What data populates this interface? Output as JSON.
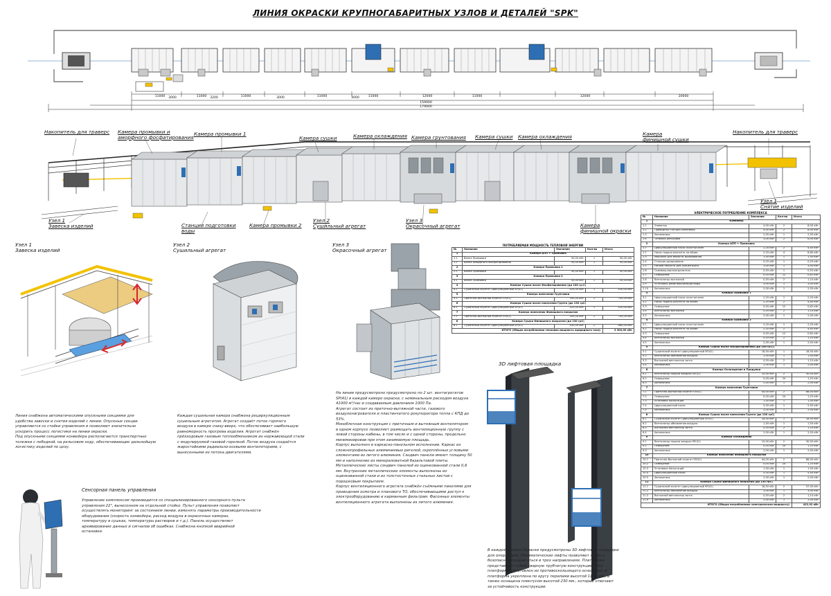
{
  "title": "ЛИНИЯ ОКРАСКИ КРУПНОГАБАРИТНЫХ УЗЛОВ И ДЕТАЛЕЙ \"SPK\"",
  "colors": {
    "booth": "#dfe3e6",
    "booth_dark": "#9aa3aa",
    "accent_blue": "#2e6fb3",
    "yellow": "#f2c200",
    "rail": "#222222"
  },
  "plan": {
    "dims_top": [
      "11000",
      "11000",
      "11000",
      "11000",
      "11000",
      "12000",
      "11000",
      "12000",
      "20000"
    ],
    "dims_mid": [
      "3000",
      "3200",
      "3000",
      "3000"
    ],
    "total_a": "159000",
    "total_b": "179000"
  },
  "iso_labels": {
    "nakopitel_left": "Накопитель для траверс",
    "kamera_promyvki_amorf": "Камера промывки и\nаморфного фосфатирования",
    "kamera_promyvki_1": "Камера промывки 1",
    "kamera_sushki_1": "Камера сушки",
    "kamera_ohlazhdeniya_1": "Камера охлаждения",
    "kamera_gruntovaniya": "Камера грунтования",
    "kamera_sushki_2": "Камера сушки",
    "kamera_ohlazhdeniya_2": "Камера охлаждения",
    "kamera_finishnoy_sushki": "Камера\nфинишной сушки",
    "nakopitel_right": "Накопитель для траверс",
    "uzel1_zaveska": "Узел 1\nЗавеска изделий",
    "stanciya": "Станция подготовки\nводы",
    "kamera_promyvki_2": "Камера промывки 2",
    "uzel2_sush": "Узел 2\nСушильный агрегат",
    "uzel3_okras": "Узел 3\nОкрасочный агрегат",
    "kamera_finishnoy_okraski": "Камера\nфинишной окраски",
    "uzel1_snyatie": "Узел 1\nСнятие изделий"
  },
  "details": {
    "uzel1": "Узел 1\nЗавеска изделий",
    "uzel2": "Узел 2\nСушильный агрегат",
    "uzel3": "Узел 3\nОкрасочный агрегат",
    "lift": "3D лифтовая площадка",
    "panel": "Сенсорная панель управления"
  },
  "texts": {
    "t1": "Линия снабжена автоматическими опускными секциями для\nудобства завески и снятия изделий с линии. Опускные секции\nуправляются со стойки управления и позволяют значительно\nускорить процесс логистики на линии окраски.\nПод опускными секциями конвейера располагаются транспортные\nтележки с лебедкой, на рельсовом ходу, обеспечивающие дальнейшую\nлогистику изделий по цеху.",
    "t2": "Каждая сушильная камера снабжена рециркуляционным\nсушильным агрегатом. Агрегат создаёт поток горячего\nвоздуха в камере снизу-вверх, что обеспечивает наибольшую\nравномерность прогрева изделия. Агрегат снабжён\nпрёхходовым газовым теплообменником из нержавеющей стали\nс модулируемой газовой горелкой. Поток воздуха создаётся\nжаростойкими радиально-осевыми вентиляторами, с\nвынесенными из потока двигателями.",
    "t3": "На линии предусмотрено предусмотрено по 2 шт. вентагрегатов\nSP(41) в каждой камере окраски, с номинальным расходом воздуха\n41000 м³/час и создаваемым давлением 1000 Па.\nАгрегат состоит из приточно-вытяжной части, газового\nвоздухонагревателя и пластинчатого рекуператора тепла с КПД до\n53%.\nМоноблочная конструкция с приточным и вытяжным вентилятором\nв одном корпусе позволяет размещать вентиляционную группу с\nлевой стороны кабины, в том числе и с одной стороны, предельно\nминимизировав при этом занимаемую площадь.\nКорпус выполнен в каркасно-панельном исполнении. Каркас из\nсложнопрофильных алюминиевых ригелей, скреплённых угловыми\nэлементами из литого алюминия. Сэндвич панели имеют толщину 50\nмм и наполнение из минераловатной базальтовой плиты.\nМеталлические листы сэндвич панелей из оцинкованной стали 0,6\nмм. Внутренние металлические элементы выполнены из\nоцинкованной стали и из толстостенных стальных листов с\nпорошковым покрытием.\nКорпус вентиляционного агрегата снабжён съёмными панелями для\nпроведения осмотра и планового ТО, обеспечивающими доступ к\nэлектрооборудованию и карманным фильтрам. Фасонные элементы\nвентиляционного агрегата выполнены из литого алюминия.",
    "t4": "В каждой камере Окраски предусмотрены 3D лифтовые площадки\nдля операторов. Пневматические лифты позволяют легко и\nбезопасно передвигаться в трех направлениях. Платформа\nпредставляет собой сварную трубчатую конструкцию. Пол\nплатформы изготовлен из противоскользящего основания, и\nплатформа укреплена по кругу перилами высотой 1100 мм., а\nтакже оснащена плинтусом высотой 230 мм., которые отвечают\nза устойчивость конструкции.",
    "t5": "Управление комплексом производится со специализированного сенсорного пульта\nуправления 22\", вынесенном на отдельной стойке. Пульт управления позволяет\nосуществлять мониторинг за состоянием линии, изменять параметры производительности\nоборудования (скорость конвейера, расход воздуха в окрасочных камерах,\nтемпературу в сушках, температуры растворов и т.д.). Панель осуществляет\nархивирование данных и сигналов об ошибках. Снабжена кнопкой аварийной\nостановки."
  },
  "thermal_table": {
    "caption": "ПОТРЕБЛЯЕМАЯ МОЩНОСТЬ ТЕПЛОВОЙ ЭНЕРГИИ",
    "headers": [
      "№",
      "Название",
      "Значение",
      "Кол-во",
      "Итого"
    ],
    "rows": [
      {
        "g": "1",
        "name": "Камера АПП + Промывка"
      },
      {
        "n": "1.1",
        "name": "Ванна Промывки",
        "val": "50,00 кВт",
        "q": "1",
        "tot": "50,00 кВт"
      },
      {
        "n": "1.2",
        "name": "Ванна Аморфного Фосфатирования",
        "val": "50,00 кВт",
        "q": "1",
        "tot": "50,00 кВт"
      },
      {
        "g": "2",
        "name": "Камера Промывки 1"
      },
      {
        "n": "2.1",
        "name": "Ванна Промывки",
        "val": "50,00 кВт",
        "q": "1",
        "tot": "50,00 кВт"
      },
      {
        "g": "3",
        "name": "Камера Промывки 2"
      },
      {
        "n": "3.1",
        "name": "Ванна Промывки",
        "val": "50,00 кВт",
        "q": "1",
        "tot": "50,00 кВт"
      },
      {
        "g": "4",
        "name": "Камера Сушки после Фосфатирования (до 100 гр.С)"
      },
      {
        "n": "4.1",
        "name": "Сушильный агрегат циркуляционный SP(41)",
        "val": "420,00 кВт",
        "q": "1",
        "tot": "420,00 кВт"
      },
      {
        "g": "5",
        "name": "Камера нанесения Грунтовки"
      },
      {
        "n": "5.1",
        "name": "Приточно-Вытяжной агрегат SP(41)",
        "val": "350,00 кВт",
        "q": "2",
        "tot": "700,00 кВт"
      },
      {
        "g": "6",
        "name": "Камера Сушки после нанесения Грунта (до 130 грС)"
      },
      {
        "n": "6.1",
        "name": "Сушильный агрегат циркуляционный SP(41)",
        "val": "420,00 кВт",
        "q": "1",
        "tot": "420,00 кВт"
      },
      {
        "g": "7",
        "name": "Камера нанесения Финишного покрытия"
      },
      {
        "n": "7.1",
        "name": "Приточно-Вытяжной агрегат SP(41)",
        "val": "350,00 кВт",
        "q": "2",
        "tot": "700,00 кВт"
      },
      {
        "g": "8",
        "name": "Камера Сушки Финишного покрытия (до 130 грС)"
      },
      {
        "n": "8.1",
        "name": "Сушильный агрегат циркуляционный SP(41)",
        "val": "430,00 кВт",
        "q": "2",
        "tot": "860,00 кВт"
      }
    ],
    "total_label": "ИТОГО (Общая потребляемая тепловая мощность природного газа):",
    "total_value": "3 300,00 кВт"
  },
  "power_table": {
    "caption": "ЭЛЕКТРИЧЕСКОЕ ПОТРЕБЛЕНИЕ КОМПЛЕКСА",
    "headers": [
      "№",
      "Название",
      "Значение",
      "Кол-во",
      "Итого"
    ],
    "rows": [
      {
        "g": "1",
        "name": "Конвейер"
      },
      {
        "n": "1.1",
        "name": "Элеватор",
        "val": "4,00 кВт",
        "q": "2",
        "tot": "8,00 кВт"
      },
      {
        "n": "1.2",
        "name": "Приводная станция конвейера",
        "val": "4,00 кВт",
        "q": "2",
        "tot": "8,00 кВт"
      },
      {
        "n": "1.3",
        "name": "Автоматика",
        "val": "2,00 кВт",
        "q": "1",
        "tot": "2,00 кВт"
      },
      {
        "n": "1.4",
        "name": "Тележка рельсовая",
        "val": "3,00 кВт",
        "q": "2",
        "tot": "6,00 кВт"
      },
      {
        "g": "2",
        "name": "Камера АПП + Промывка"
      },
      {
        "n": "2.1",
        "name": "Циркуляционный насос очистки ванн",
        "val": "2,20 кВт",
        "q": "2",
        "tot": "4,40 кВт"
      },
      {
        "n": "2.2",
        "name": "Насос подачи реагента на облив",
        "val": "2,20 кВт",
        "q": "4",
        "tot": "8,80 кВт"
      },
      {
        "n": "2.3",
        "name": "Мешалка для емкости дозирования",
        "val": "1,50 кВт",
        "q": "1",
        "tot": "1,50 кВт"
      },
      {
        "n": "2.4",
        "name": "Станция дозирования",
        "val": "0,25 кВт",
        "q": "1",
        "tot": "0,25 кВт"
      },
      {
        "n": "2.5",
        "name": "Нагрев емкости для концентрата",
        "val": "3,00 кВт",
        "q": "1",
        "tot": "3,00 кВт"
      },
      {
        "n": "2.6",
        "name": "Скиммер-маслоотделитель",
        "val": "0,55 кВт",
        "q": "1",
        "tot": "0,55 кВт"
      },
      {
        "n": "2.7",
        "name": "Освещение",
        "val": "0,05 кВт",
        "q": "12",
        "tot": "0,62 кВт"
      },
      {
        "n": "2.8",
        "name": "Вентилятор вытяжной",
        "val": "0,55 кВт",
        "q": "2",
        "tot": "1,10 кВт"
      },
      {
        "n": "2.9",
        "name": "Установка деминерализации воды",
        "val": "3,00 кВт",
        "q": "1",
        "tot": "3,00 кВт"
      },
      {
        "n": "2.10",
        "name": "Автоматика",
        "val": "2,00 кВт",
        "q": "1",
        "tot": "2,00 кВт"
      },
      {
        "g": "3",
        "name": "Камера Промывки 1"
      },
      {
        "n": "3.1",
        "name": "Циркуляционный насос очистки ванн",
        "val": "2,20 кВт",
        "q": "1",
        "tot": "2,20 кВт"
      },
      {
        "n": "3.2",
        "name": "Насос подачи реагента на облив",
        "val": "2,20 кВт",
        "q": "2",
        "tot": "4,40 кВт"
      },
      {
        "n": "3.3",
        "name": "Освещение",
        "val": "0,05 кВт",
        "q": "12",
        "tot": "0,62 кВт"
      },
      {
        "n": "3.4",
        "name": "Вентилятор вытяжной",
        "val": "0,55 кВт",
        "q": "2",
        "tot": "1,10 кВт"
      },
      {
        "n": "3.5",
        "name": "Автоматика",
        "val": "2,00 кВт",
        "q": "1",
        "tot": "2,00 кВт"
      },
      {
        "g": "4",
        "name": "Камера Промывки 2"
      },
      {
        "n": "4.1",
        "name": "Циркуляционный насос очистки ванн",
        "val": "2,20 кВт",
        "q": "1",
        "tot": "2,20 кВт"
      },
      {
        "n": "4.2",
        "name": "Насос подачи реагента на облив",
        "val": "2,20 кВт",
        "q": "2",
        "tot": "4,40 кВт"
      },
      {
        "n": "4.3",
        "name": "Освещение",
        "val": "0,05 кВт",
        "q": "12",
        "tot": "0,62 кВт"
      },
      {
        "n": "4.4",
        "name": "Вентилятор вытяжной",
        "val": "0,55 кВт",
        "q": "2",
        "tot": "1,10 кВт"
      },
      {
        "n": "4.5",
        "name": "Автоматика",
        "val": "2,00 кВт",
        "q": "1",
        "tot": "2,00 кВт"
      },
      {
        "g": "5",
        "name": "Камера Сушки после Фосфатирования (до 100 гр.С)"
      },
      {
        "n": "5.1",
        "name": "Сушильный агрегат циркуляционный SP(41)",
        "val": "18,50 кВт",
        "q": "1",
        "tot": "18,50 кВт"
      },
      {
        "n": "5.2",
        "name": "Вентилятор обновления воздуха",
        "val": "1,50 кВт",
        "q": "1",
        "tot": "1,50 кВт"
      },
      {
        "n": "5.3",
        "name": "Вытяжной вентилятор зонта",
        "val": "0,55 кВт",
        "q": "2",
        "tot": "1,10 кВт"
      },
      {
        "n": "5.4",
        "name": "Автоматика",
        "val": "2,00 кВт",
        "q": "1",
        "tot": "2,00 кВт"
      },
      {
        "g": "6",
        "name": "Камера Охлаждения и Продувки"
      },
      {
        "n": "6.1",
        "name": "Вентилятор подачи воздуха SP(41)",
        "val": "15,00 кВт",
        "q": "2",
        "tot": "30,00 кВт"
      },
      {
        "n": "6.2",
        "name": "Освещение",
        "val": "0,05 кВт",
        "q": "24",
        "tot": "1,25 кВт"
      },
      {
        "n": "6.3",
        "name": "Автоматика",
        "val": "2,00 кВт",
        "q": "1",
        "tot": "2,00 кВт"
      },
      {
        "g": "7",
        "name": "Камера нанесения Грунтовки"
      },
      {
        "n": "7.1",
        "name": "Приточно-Вытяжной агрегат SP(41)",
        "val": "44,00 кВт",
        "q": "2",
        "tot": "88,00 кВт"
      },
      {
        "n": "7.2",
        "name": "Освещение",
        "val": "0,05 кВт",
        "q": "24",
        "tot": "1,25 кВт"
      },
      {
        "n": "7.3",
        "name": "Установка käслугаций",
        "val": "1,50 кВт",
        "q": "1",
        "tot": "1,50 кВт"
      },
      {
        "n": "7.4",
        "name": "Циркуляционный насос",
        "val": "5,50 кВт",
        "q": "1",
        "tot": "5,50 кВт"
      },
      {
        "n": "7.5",
        "name": "Автоматика",
        "val": "2,00 кВт",
        "q": "1",
        "tot": "2,00 кВт"
      },
      {
        "g": "8",
        "name": "Камера Сушки после нанесения Грунта (до 130 грС)"
      },
      {
        "n": "8.1",
        "name": "Сушильный агрегат циркуляционный SP(41)",
        "val": "18,50 кВт",
        "q": "1",
        "tot": "18,50 кВт"
      },
      {
        "n": "8.2",
        "name": "Вентилятор обновления воздуха",
        "val": "1,50 кВт",
        "q": "1",
        "tot": "1,50 кВт"
      },
      {
        "n": "8.3",
        "name": "Вытяжной вентилятор зонта",
        "val": "0,55 кВт",
        "q": "2",
        "tot": "1,10 кВт"
      },
      {
        "n": "8.4",
        "name": "Автоматика",
        "val": "2,00 кВт",
        "q": "1",
        "tot": "2,00 кВт"
      },
      {
        "g": "9",
        "name": "Камера Охлаждения"
      },
      {
        "n": "9.1",
        "name": "Вентилятор подачи воздуха SP(41)",
        "val": "15,00 кВт",
        "q": "2",
        "tot": "30,00 кВт"
      },
      {
        "n": "9.2",
        "name": "Освещение",
        "val": "0,05 кВт",
        "q": "24",
        "tot": "1,25 кВт"
      },
      {
        "n": "9.3",
        "name": "Автоматика",
        "val": "2,00 кВт",
        "q": "1",
        "tot": "2,00 кВт"
      },
      {
        "g": "10",
        "name": "Камера нанесения Финишного покрытия"
      },
      {
        "n": "10.1",
        "name": "Приточно-Вытяжной агрегат SP(41)",
        "val": "44,00 кВт",
        "q": "2",
        "tot": "88,00 кВт"
      },
      {
        "n": "10.2",
        "name": "Освещение",
        "val": "0,05 кВт",
        "q": "24",
        "tot": "1,25 кВт"
      },
      {
        "n": "10.3",
        "name": "Установка käслугаций",
        "val": "1,50 кВт",
        "q": "1",
        "tot": "1,50 кВт"
      },
      {
        "n": "10.4",
        "name": "Циркуляционный насос",
        "val": "5,50 кВт",
        "q": "1",
        "tot": "5,50 кВт"
      },
      {
        "n": "10.5",
        "name": "Автоматика",
        "val": "2,00 кВт",
        "q": "1",
        "tot": "2,00 кВт"
      },
      {
        "g": "11",
        "name": "Камера Сушки финишного покрытия (до 130 грС)"
      },
      {
        "n": "11.1",
        "name": "Сушильный агрегат циркуляционный SP(41)",
        "val": "18,50 кВт",
        "q": "2",
        "tot": "37,00 кВт"
      },
      {
        "n": "11.2",
        "name": "Вентилятор обновления воздуха",
        "val": "3,00 кВт",
        "q": "1",
        "tot": "3,00 кВт"
      },
      {
        "n": "11.3",
        "name": "Вытяжной вентилятор зонта",
        "val": "0,55 кВт",
        "q": "2",
        "tot": "1,10 кВт"
      },
      {
        "n": "11.4",
        "name": "Автоматика",
        "val": "2,00 кВт",
        "q": "1",
        "tot": "2,00 кВт"
      }
    ],
    "total_label": "ИТОГО (Общая потребляемая электрическая мощность):",
    "total_value": "422,92 кВт"
  }
}
